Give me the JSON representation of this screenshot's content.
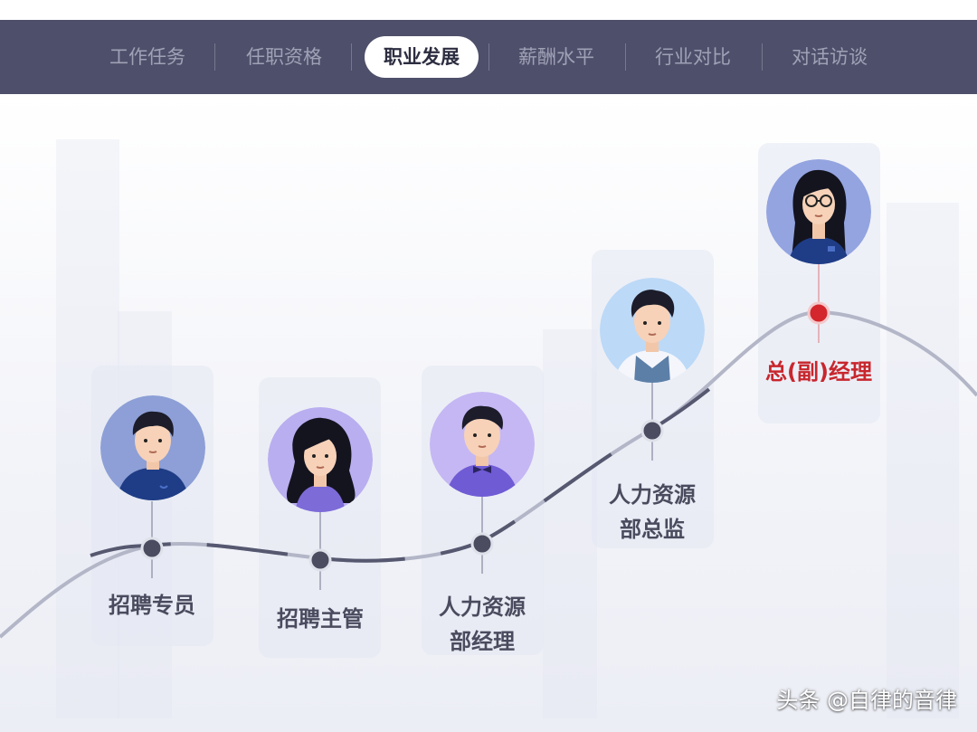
{
  "tabs": [
    {
      "label": "工作任务",
      "active": false
    },
    {
      "label": "任职资格",
      "active": false
    },
    {
      "label": "职业发展",
      "active": true
    },
    {
      "label": "薪酬水平",
      "active": false
    },
    {
      "label": "行业对比",
      "active": false
    },
    {
      "label": "对话访谈",
      "active": false
    }
  ],
  "career_path": [
    {
      "line1": "招聘专员",
      "line2": "",
      "avatar": "avatar-man-icon"
    },
    {
      "line1": "招聘主管",
      "line2": "",
      "avatar": "avatar-woman-icon"
    },
    {
      "line1": "人力资源",
      "line2": "部经理",
      "avatar": "avatar-man-bowtie-icon"
    },
    {
      "line1": "人力资源",
      "line2": "部总监",
      "avatar": "avatar-man-vest-icon"
    },
    {
      "line1": "总(副)经理",
      "line2": "",
      "avatar": "avatar-woman-glasses-icon"
    }
  ],
  "watermark": "头条 @自律的音律",
  "colors": {
    "nav_bg": "#4e4f6a",
    "highlight_red": "#c8262d",
    "node_dark": "#4b4c60"
  }
}
